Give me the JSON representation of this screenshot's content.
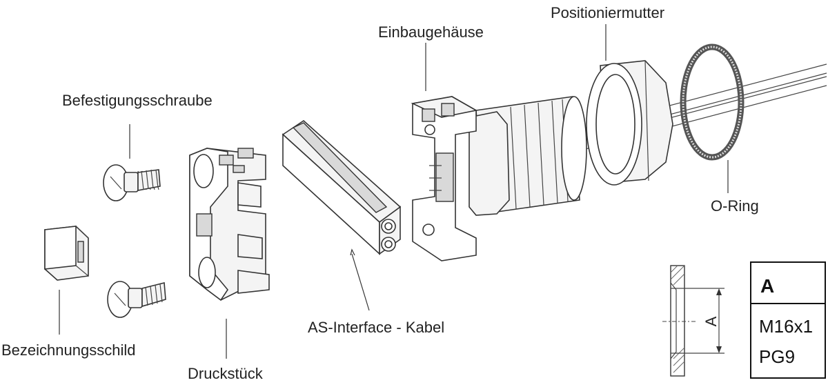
{
  "labels": {
    "befestigungsschraube": "Befestigungsschraube",
    "einbaugehaeuse": "Einbaugehäuse",
    "positioniermutter": "Positioniermutter",
    "o_ring": "O-Ring",
    "bezeichnungsschild": "Bezeichnungsschild",
    "druckstueck": "Druckstück",
    "as_interface_kabel": "AS-Interface - Kabel"
  },
  "dimension_detail": {
    "dimension_label": "A"
  },
  "size_table": {
    "header": "A",
    "values": [
      "M16x1",
      "PG9"
    ]
  },
  "colors": {
    "line": "#333333",
    "text": "#222222",
    "part_fill": "#f4f4f4"
  }
}
